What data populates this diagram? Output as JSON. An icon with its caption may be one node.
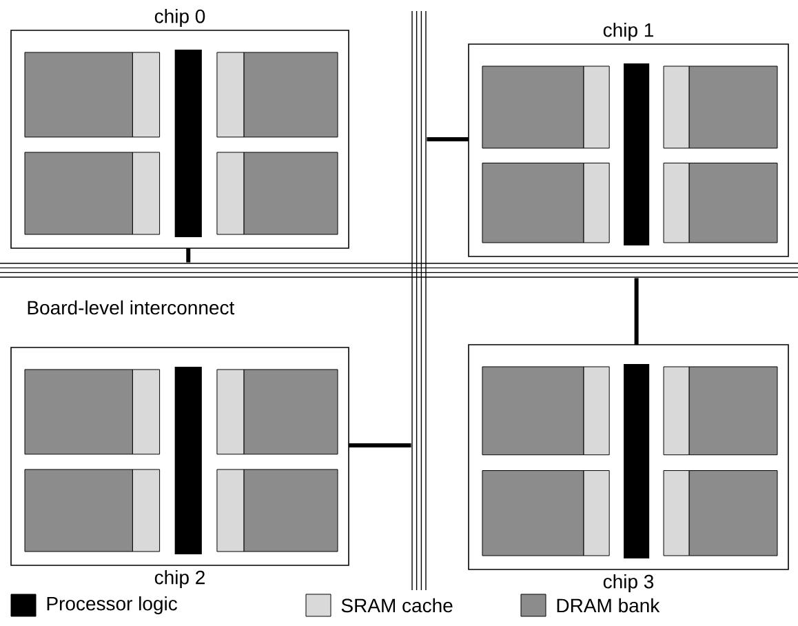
{
  "diagram": {
    "nodes": [
      {
        "text": [
          "chip 0"
        ]
      },
      {
        "text": [
          "chip 1"
        ]
      },
      {
        "text": [
          "chip 2"
        ]
      },
      {
        "text": [
          "chip 3"
        ]
      },
      {
        "text": [],
        "shape": "bar",
        "beside": [
          "Board-level interconnect"
        ]
      },
      {
        "text": [],
        "shape": "bar"
      }
    ],
    "edges": [
      {
        "from": 0,
        "to": 4,
        "arrow": "none"
      },
      {
        "from": 1,
        "to": 5,
        "arrow": "none"
      },
      {
        "from": 2,
        "to": 5,
        "arrow": "none"
      },
      {
        "from": 3,
        "to": 4,
        "arrow": "none"
      }
    ],
    "legend": [
      {
        "text": "Processor logic",
        "color": "#000000"
      },
      {
        "text": "SRAM cache",
        "color": "#d9d9d9"
      },
      {
        "text": "DRAM bank",
        "color": "#8c8c8c"
      }
    ]
  }
}
